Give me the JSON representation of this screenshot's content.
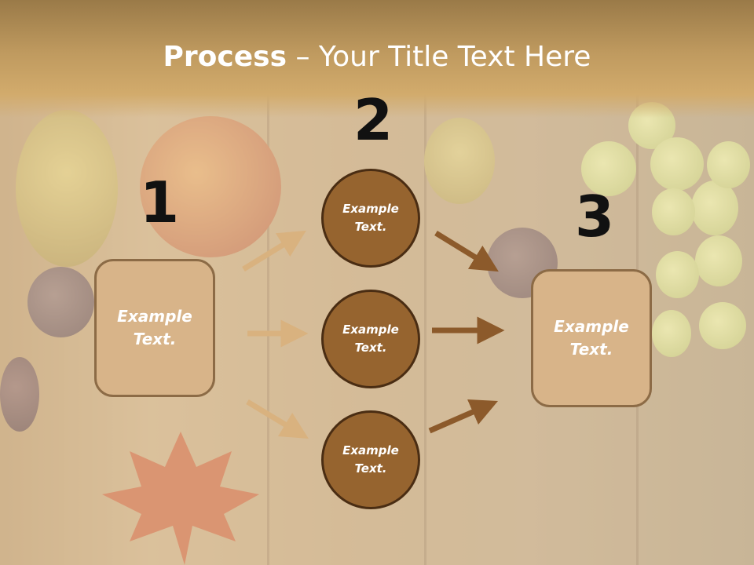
{
  "title": {
    "bold": "Process",
    "rest": " – Your Title Text Here"
  },
  "steps": [
    {
      "number": "1",
      "text_line1": "Example",
      "text_line2": "Text."
    },
    {
      "number": "2",
      "text_line1": "Example",
      "text_line2": "Text."
    },
    {
      "number": "3",
      "text_line1": "Example",
      "text_line2": "Text."
    }
  ],
  "circles": [
    {
      "line1": "Example",
      "line2": "Text."
    },
    {
      "line1": "Example",
      "line2": "Text."
    },
    {
      "line1": "Example",
      "line2": "Text."
    }
  ],
  "colors": {
    "box_fill": "#d8b489",
    "circle_fill": "#96642f",
    "arrow_light": "#d9b27f",
    "arrow_dark": "#8c5a2b"
  }
}
